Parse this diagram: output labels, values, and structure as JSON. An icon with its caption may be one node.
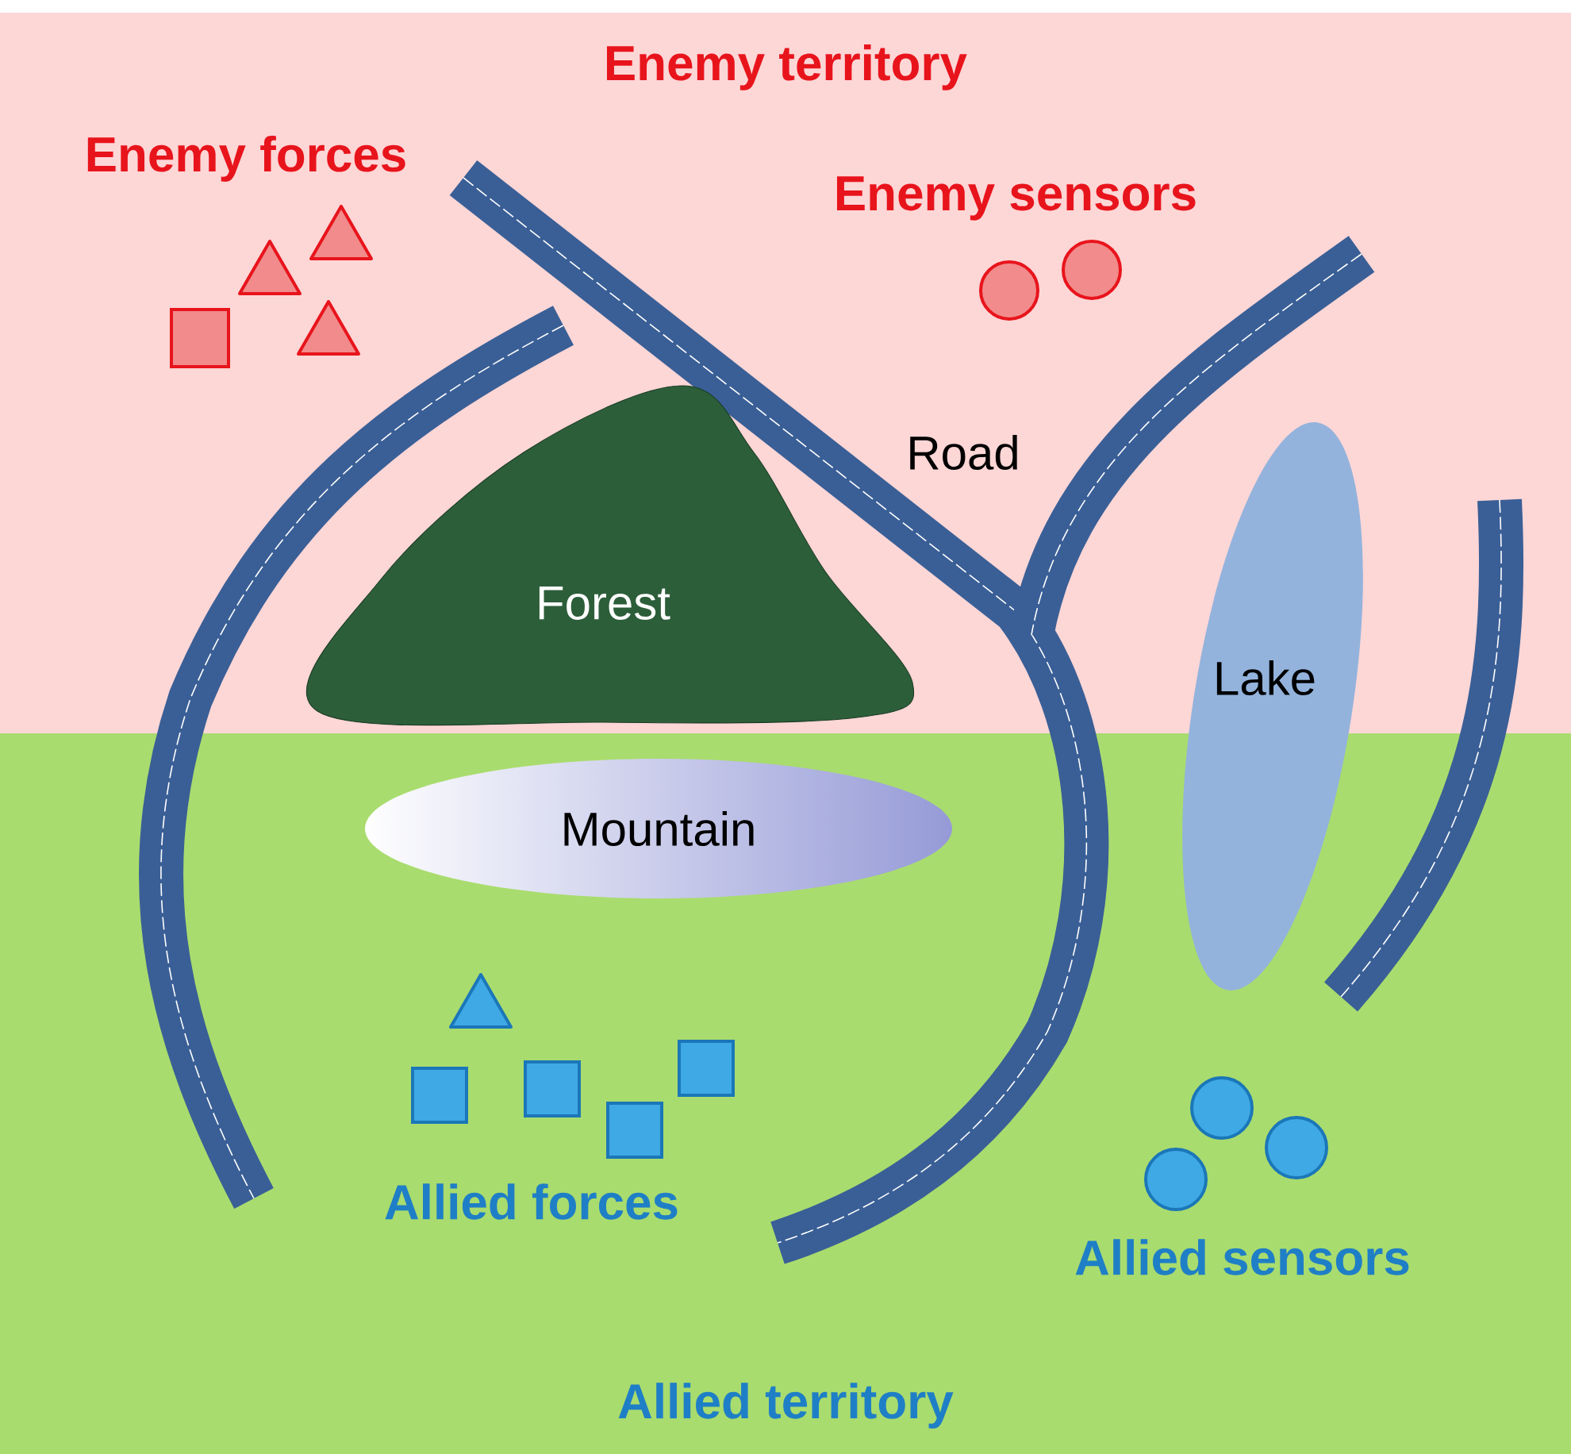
{
  "diagram": {
    "nodes": [
      {
        "text": [
          "Enemy territory"
        ]
      },
      {
        "text": [
          "Allied territory"
        ]
      },
      {
        "text": [
          "Forest"
        ],
        "in": 0
      },
      {
        "text": [
          "Mountain"
        ],
        "in": 1
      },
      {
        "text": [
          "Lake"
        ]
      }
    ],
    "labels": [
      "Enemy forces",
      "Enemy sensors",
      "Road",
      "Allied forces",
      "Allied sensors"
    ]
  }
}
